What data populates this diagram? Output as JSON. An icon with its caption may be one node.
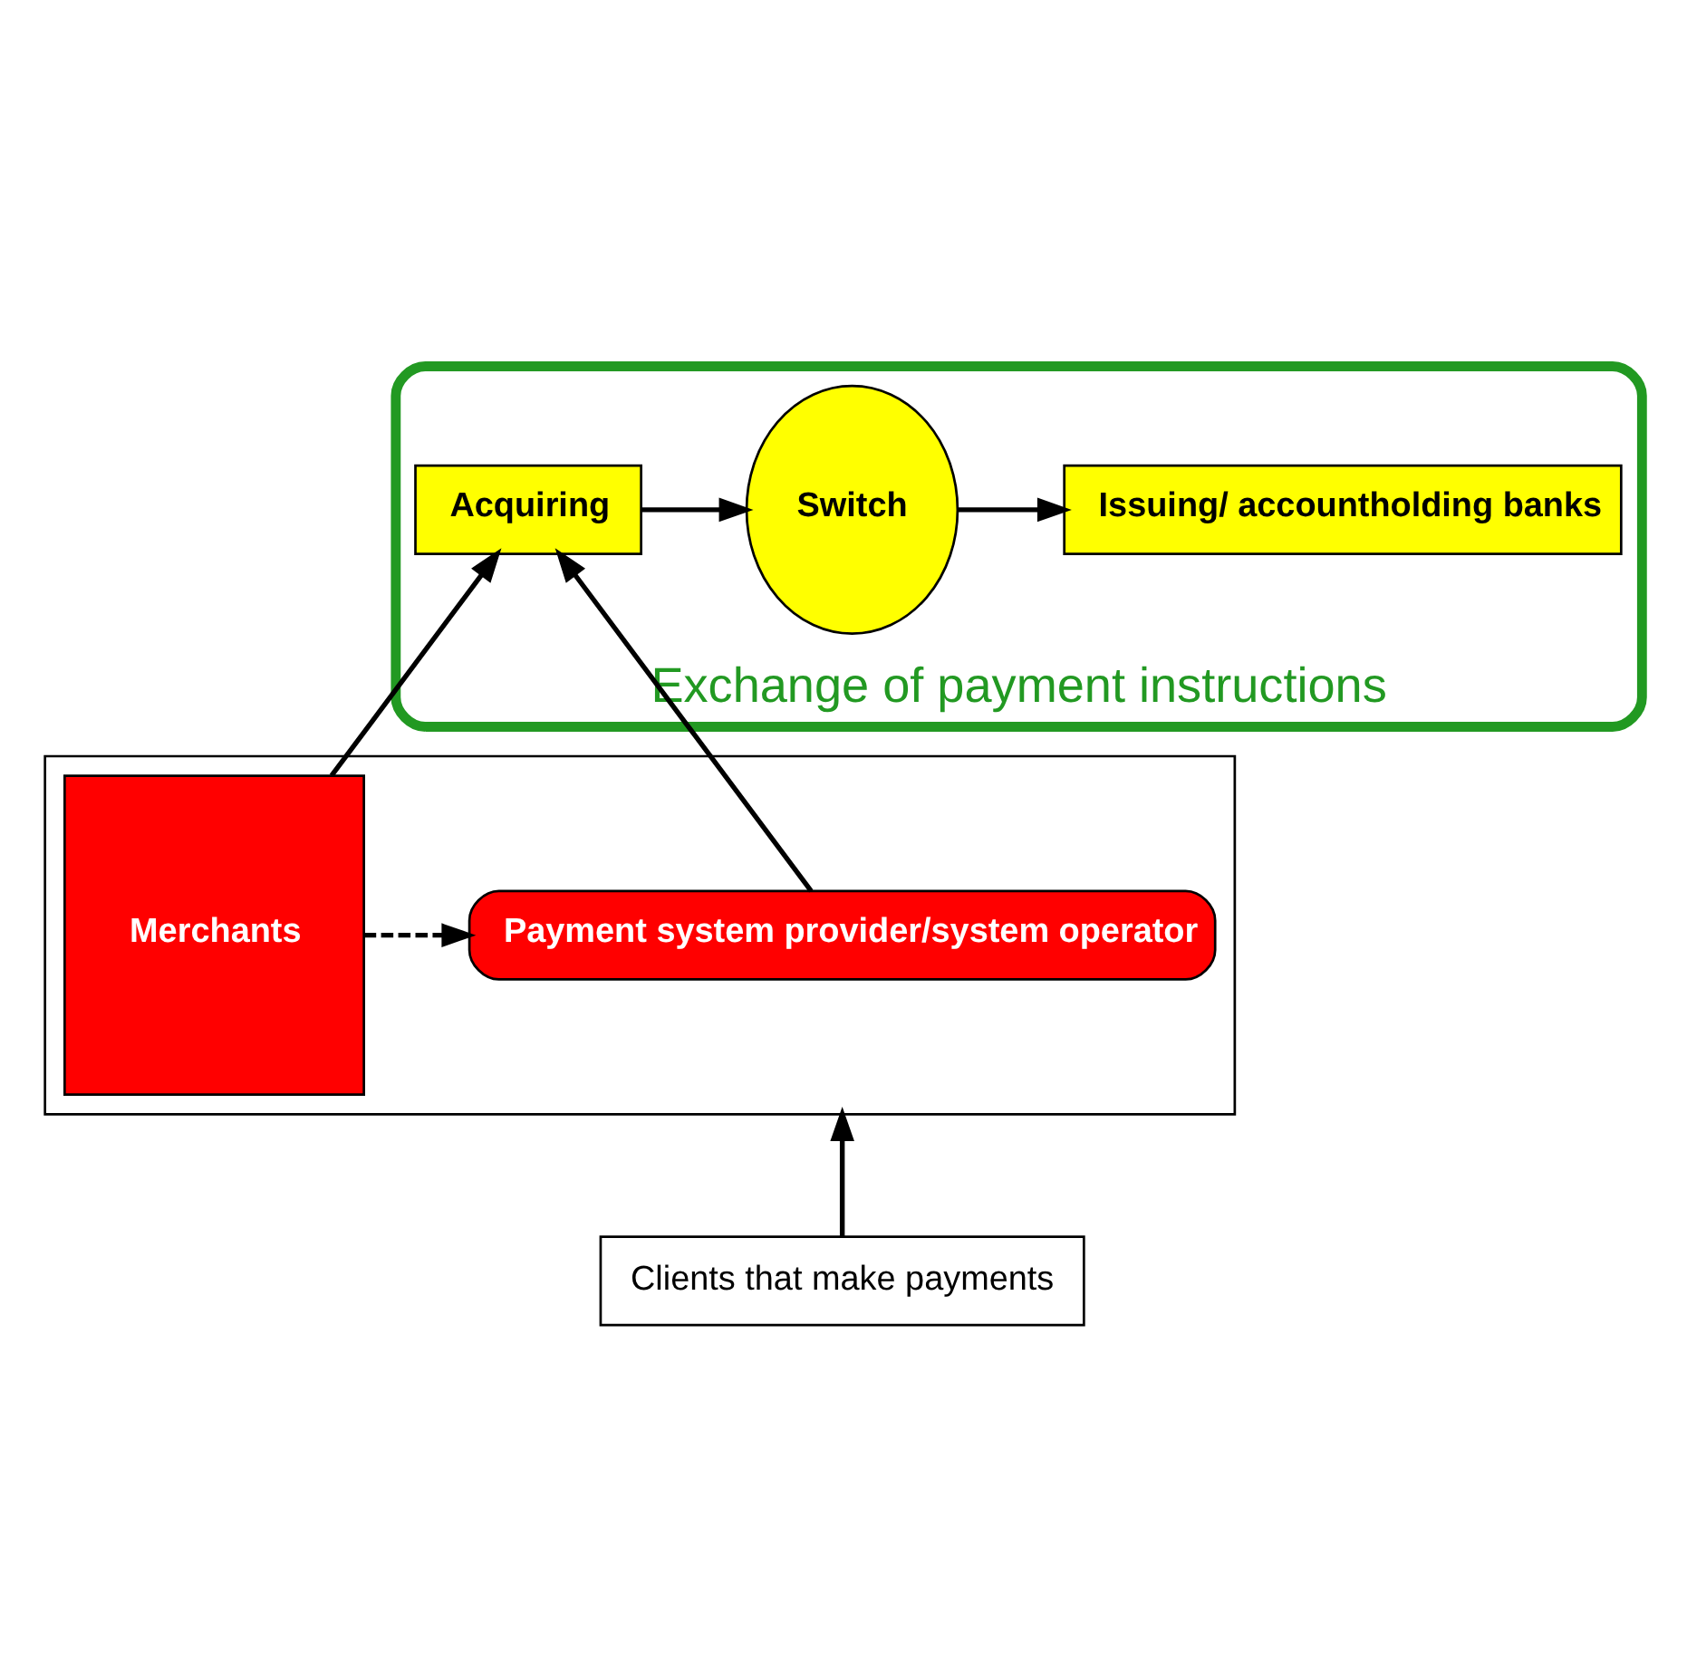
{
  "diagram": {
    "nodes": [
      {
        "text": [
          "Exchange of payment instructions"
        ]
      },
      {
        "text": [
          "Acquiring"
        ],
        "in": 0
      },
      {
        "text": [
          "Switch"
        ],
        "in": 0
      },
      {
        "text": [
          "Issuing/ accountholding banks"
        ],
        "in": 0
      },
      {
        "text": [],
        "shape": "box"
      },
      {
        "text": [
          "Payment system provider/system operator"
        ],
        "in": 4
      },
      {
        "text": [
          "Merchants"
        ],
        "in": 4
      },
      {
        "text": [
          "Clients that make payments"
        ]
      }
    ],
    "edges": [
      {
        "from": 1,
        "to": 2,
        "arrow": "to"
      },
      {
        "from": 2,
        "to": 3,
        "arrow": "to"
      },
      {
        "from": 5,
        "to": 1,
        "arrow": "to"
      },
      {
        "from": 6,
        "to": 1,
        "arrow": "to"
      },
      {
        "from": 6,
        "to": 5,
        "arrow": "to",
        "style": "dashed"
      },
      {
        "from": 7,
        "to": 4,
        "arrow": "to"
      }
    ]
  }
}
